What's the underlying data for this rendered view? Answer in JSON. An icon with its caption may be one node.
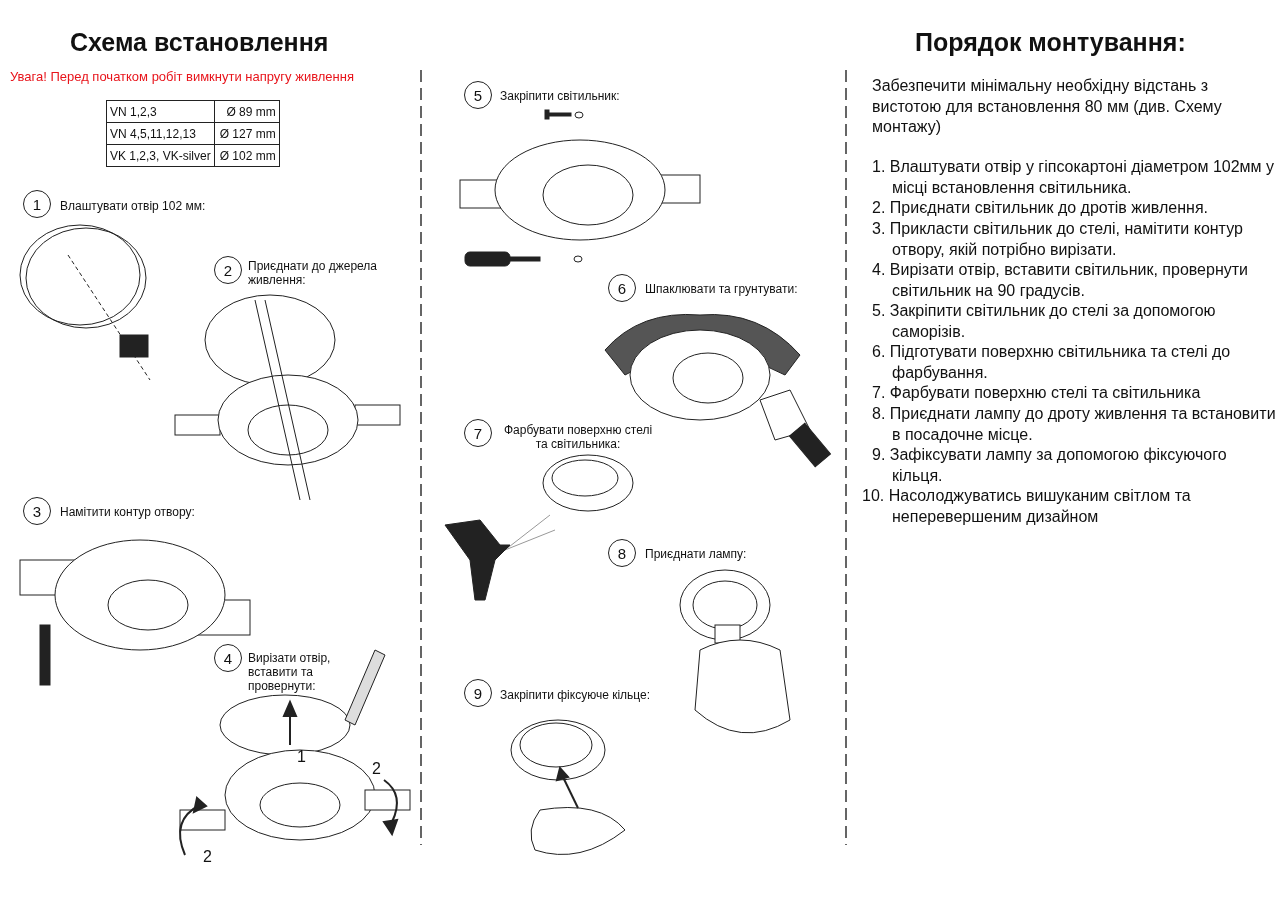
{
  "diagram": {
    "nodes": [
      {
        "text": [
          "1"
        ],
        "beside": [
          "Влаштувати отвір 102 мм:"
        ]
      },
      {
        "text": [
          "2"
        ],
        "beside": [
          "Приєднати до джерела живлення:"
        ]
      },
      {
        "text": [
          "3"
        ],
        "beside": [
          "Намітити контур отвору:"
        ]
      },
      {
        "text": [
          "4"
        ],
        "beside": [
          "Вирізати отвір, вставити та провернути:"
        ]
      },
      {
        "text": [
          "5"
        ],
        "beside": [
          "Закріпити світильник:"
        ]
      },
      {
        "text": [
          "6"
        ],
        "beside": [
          "Шпаклювати та грунтувати:"
        ]
      },
      {
        "text": [
          "7"
        ],
        "beside": [
          "Фарбувати поверхню стелі та світильника:"
        ]
      },
      {
        "text": [
          "8"
        ],
        "beside": [
          "Приєднати лампу:"
        ]
      },
      {
        "text": [
          "9"
        ],
        "beside": [
          "Закріпити фіксуюче кільце:"
        ]
      }
    ],
    "labels": [
      "Схема встановлення",
      "Увага! Перед початком робіт вимкнути напругу живлення",
      "VN 1,2,3",
      "Ø 89 mm",
      "VN 4,5,11,12,13",
      "Ø 127 mm",
      "VK 1,2,3, VK-silver",
      "Ø 102 mm",
      "Порядок монтування:",
      "Забезпечити мінімальну необхідну відстань з вистотою для встановлення 80 мм (див. Схему монтажу)",
      "1. Влаштувати отвір у гіпсокартоні діаметром 102мм у місці встановлення світильника.",
      "2. Приєднати світильник до дротів живлення.",
      "3. Прикласти світильник до стелі, намітити контур отвору, якій потрібно вирізати.",
      "4. Вирізати отвір, вставити світильник, провернути світильник на 90 градусів.",
      "5. Закріпити світильник до стелі за допомогою саморізів.",
      "6. Підготувати поверхню світильника та стелі до фарбування.",
      "7. Фарбувати поверхню стелі та світильника",
      "8. Приєднати лампу до дроту живлення та встановити в посадочне місце.",
      "9. Зафіксувати лампу за допомогою фіксуючого кільця.",
      "10. Насолоджуватись вишуканим світлом та неперевершеним дизайном",
      "1",
      "2",
      "2"
    ]
  }
}
